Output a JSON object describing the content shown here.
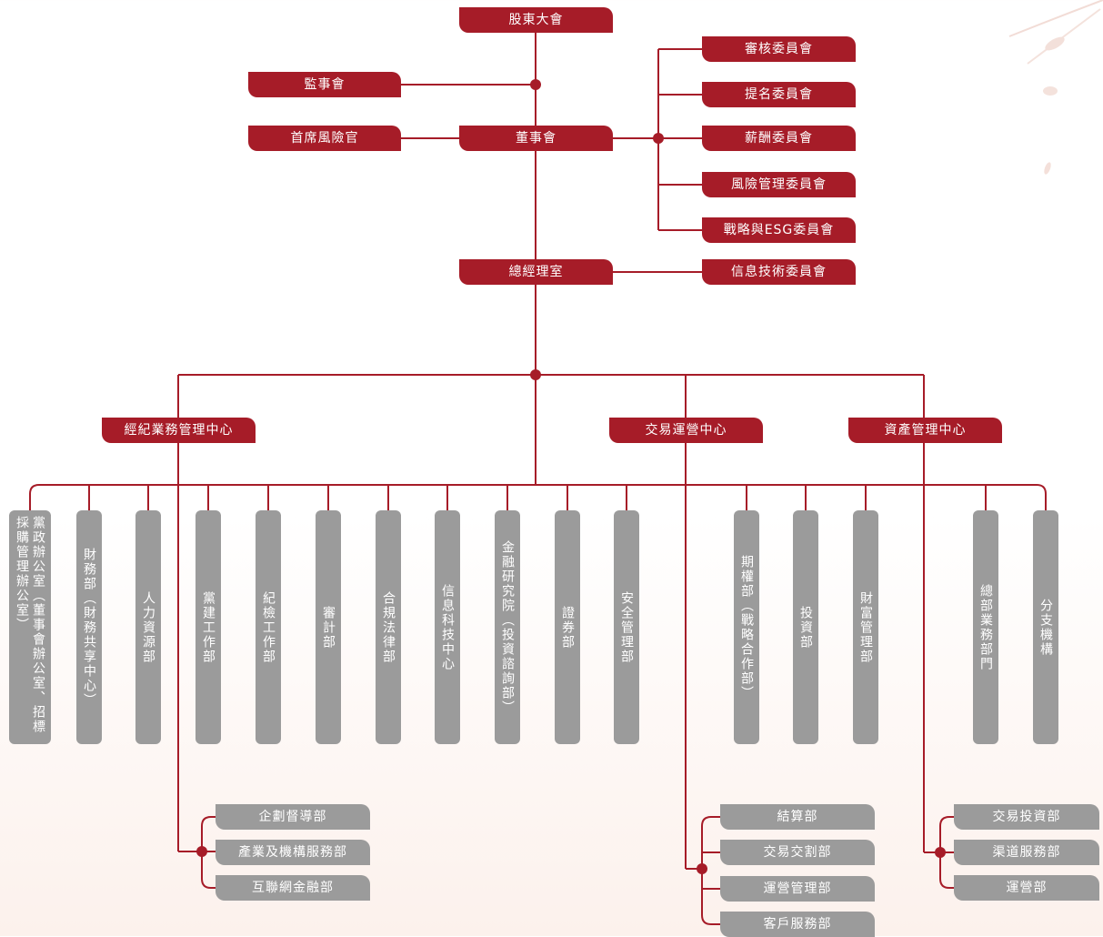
{
  "top": {
    "shareholders": "股東大會",
    "supervisors": "監事會",
    "board": "董事會",
    "cro": "首席風險官",
    "gm_office": "總經理室",
    "it_committee": "信息技術委員會"
  },
  "committees": [
    "審核委員會",
    "提名委員會",
    "薪酬委員會",
    "風險管理委員會",
    "戰略與ESG委員會"
  ],
  "centers": [
    "經紀業務管理中心",
    "交易運營中心",
    "資產管理中心"
  ],
  "departments": [
    "黨政辦公室（董事會辦公室、招標採購管理辦公室）",
    "財務部（財務共享中心）",
    "人力資源部",
    "黨建工作部",
    "紀檢工作部",
    "審計部",
    "合規法律部",
    "信息科技中心",
    "金融研究院（投資諮詢部）",
    "證券部",
    "安全管理部",
    "期權部（戰略合作部）",
    "投資部",
    "財富管理部",
    "總部業務部門",
    "分支機構"
  ],
  "brokerage_units": [
    "企劃督導部",
    "產業及機構服務部",
    "互聯網金融部"
  ],
  "trading_units": [
    "結算部",
    "交易交割部",
    "運營管理部",
    "客戶服務部"
  ],
  "asset_units": [
    "交易投資部",
    "渠道服務部",
    "運營部"
  ],
  "colors": {
    "accent": "#a61c28",
    "grey": "#9b9b9b"
  }
}
